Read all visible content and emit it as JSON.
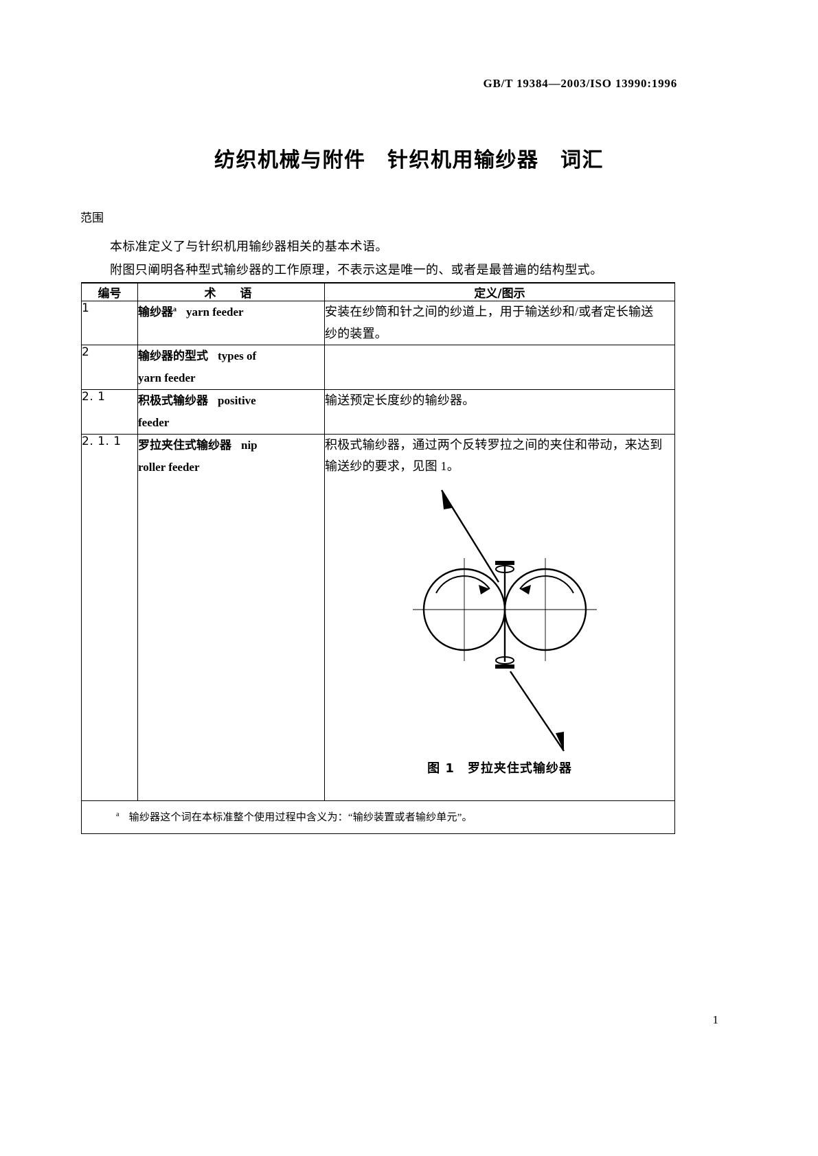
{
  "header": {
    "standard_code": "GB/T 19384—2003/ISO 13990:1996"
  },
  "title": "纺织机械与附件　针织机用输纱器　词汇",
  "scope": {
    "heading": "范围",
    "paragraphs": [
      "本标准定义了与针织机用输纱器相关的基本术语。",
      "附图只阐明各种型式输纱器的工作原理，不表示这是唯一的、或者是最普遍的结构型式。"
    ]
  },
  "table": {
    "headers": {
      "no": "编号",
      "term": "术　语",
      "definition": "定义/图示"
    },
    "rows": [
      {
        "no": "1",
        "term_cn": "输纱器",
        "term_sup": "a",
        "term_en": "yarn feeder",
        "term_en_line2": "",
        "def_lines": [
          "安装在纱筒和针之间的纱道上，用于输送纱和/或者定长输送",
          "纱的装置。"
        ]
      },
      {
        "no": "2",
        "term_cn": "输纱器的型式",
        "term_sup": "",
        "term_en": "types of",
        "term_en_line2": "yarn feeder",
        "def_lines": []
      },
      {
        "no": "2. 1",
        "term_cn": "积极式输纱器",
        "term_sup": "",
        "term_en": "positive",
        "term_en_line2": "feeder",
        "def_lines": [
          "输送预定长度纱的输纱器。"
        ]
      },
      {
        "no": "2. 1. 1",
        "term_cn": "罗拉夹住式输纱器",
        "term_sup": "",
        "term_en": "nip",
        "term_en_line2": "roller feeder",
        "def_lines": [
          "积极式输纱器，通过两个反转罗拉之间的夹住和带动，来达到",
          "输送纱的要求，见图 1。"
        ]
      }
    ],
    "figure_caption": "图 1　罗拉夹住式输纱器",
    "footnote": {
      "marker": "a",
      "text": "输纱器这个词在本标准整个使用过程中含义为：“输纱装置或者输纱单元”。"
    }
  },
  "page_number": "1",
  "colors": {
    "ink": "#000000",
    "paper": "#ffffff"
  }
}
